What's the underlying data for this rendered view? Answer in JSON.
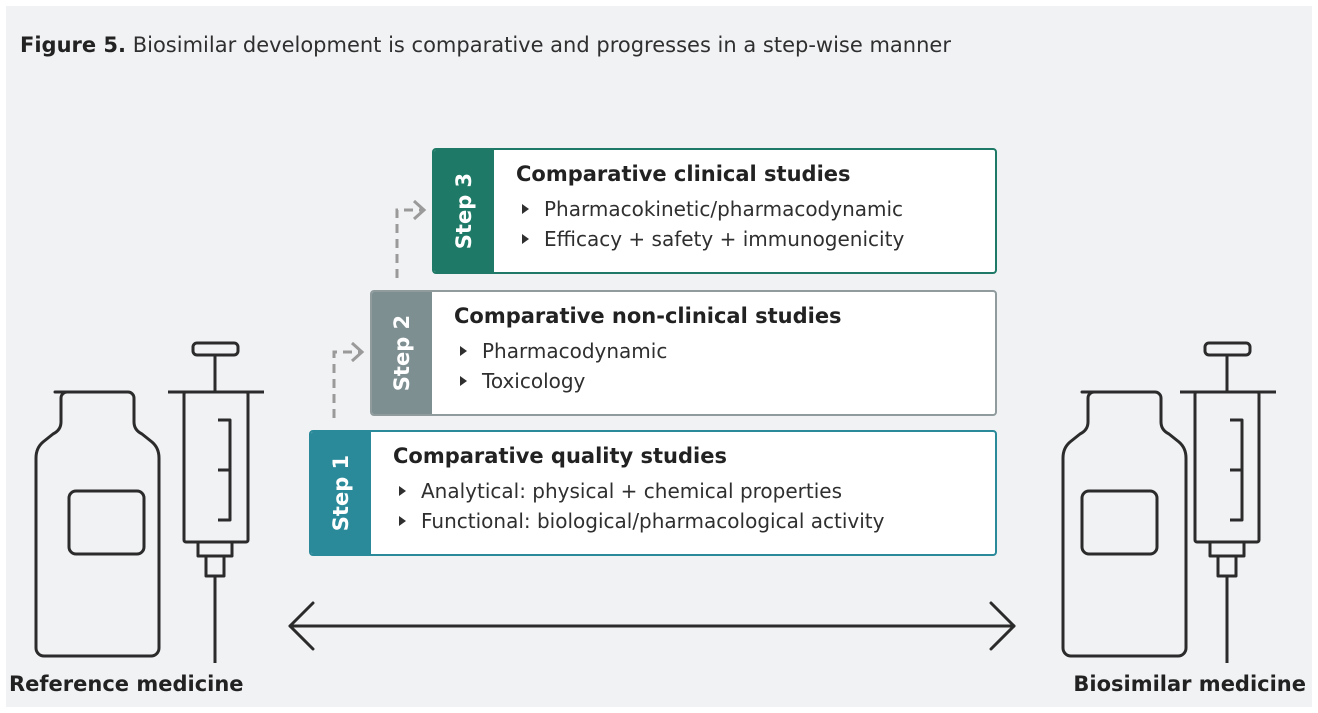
{
  "caption": {
    "figure_label": "Figure 5.",
    "text": "Biosimilar development is comparative and progresses in a step-wise manner"
  },
  "steps": [
    {
      "tab": "Step 3",
      "heading": "Comparative clinical studies",
      "items": [
        "Pharmacokinetic/pharmacodynamic",
        "Efficacy + safety + immunogenicity"
      ],
      "color": "#1e7a66"
    },
    {
      "tab": "Step 2",
      "heading": "Comparative non-clinical studies",
      "items": [
        "Pharmacodynamic",
        "Toxicology"
      ],
      "color": "#7e8f92"
    },
    {
      "tab": "Step 1",
      "heading": "Comparative quality studies",
      "items": [
        "Analytical: physical + chemical properties",
        "Functional: biological/pharmacological activity"
      ],
      "color": "#2a8a9a"
    }
  ],
  "left_label": "Reference medicine",
  "right_label": "Biosimilar medicine",
  "icons": {
    "left": [
      "vial-icon",
      "syringe-icon"
    ],
    "right": [
      "vial-icon",
      "syringe-icon"
    ],
    "connector": "double-headed-arrow-icon"
  }
}
